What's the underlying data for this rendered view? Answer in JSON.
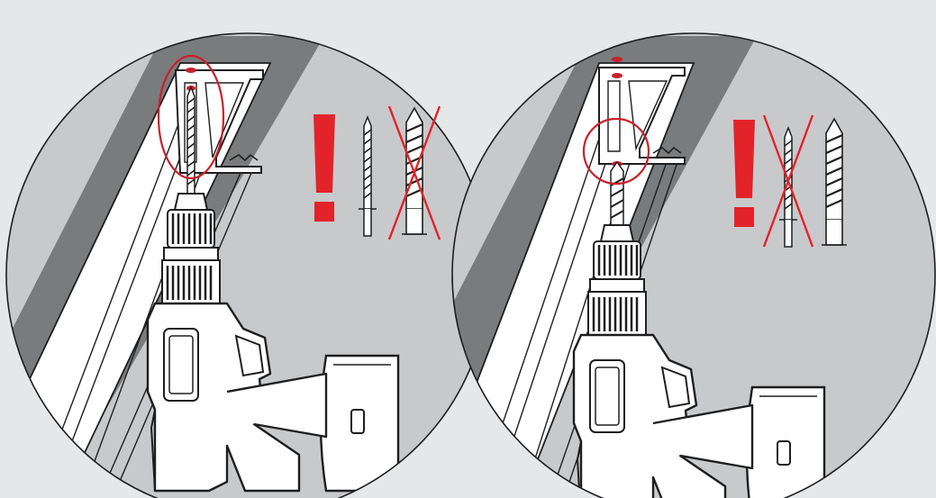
{
  "colors": {
    "background": "#e6e7e8",
    "circle_fill": "#c8c9cb",
    "ceiling_band": "#7a7b7d",
    "rail_fill": "#ffffff",
    "line": "#1e1e1e",
    "accent_red": "#e2232a",
    "marker_red": "#c9202a"
  },
  "panels": [
    {
      "id": "left",
      "drill_bit_correct": "thin",
      "drill_bit_crossed": "thick",
      "highlight": "ellipse-around-upper-rail"
    },
    {
      "id": "right",
      "drill_bit_correct": "thick",
      "drill_bit_crossed": "thin",
      "highlight": "circle-around-lower-hole"
    }
  ],
  "icons": [
    "drill-icon",
    "drill-bit-icon",
    "warning-exclamation-icon",
    "cross-out-icon",
    "ceiling-rail-icon"
  ]
}
